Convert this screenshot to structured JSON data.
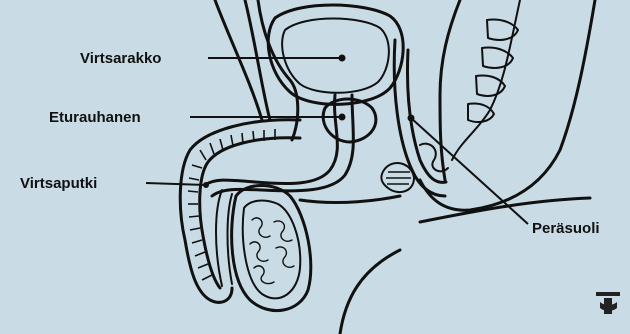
{
  "labels": {
    "bladder": "Virtsarakko",
    "prostate": "Eturauhanen",
    "urethra": "Virtsaputki",
    "rectum": "Peräsuoli"
  },
  "icons": {
    "logo": "medical-cross-logo-icon"
  },
  "colors": {
    "background": "#c9dbe5",
    "ink": "#111111"
  }
}
